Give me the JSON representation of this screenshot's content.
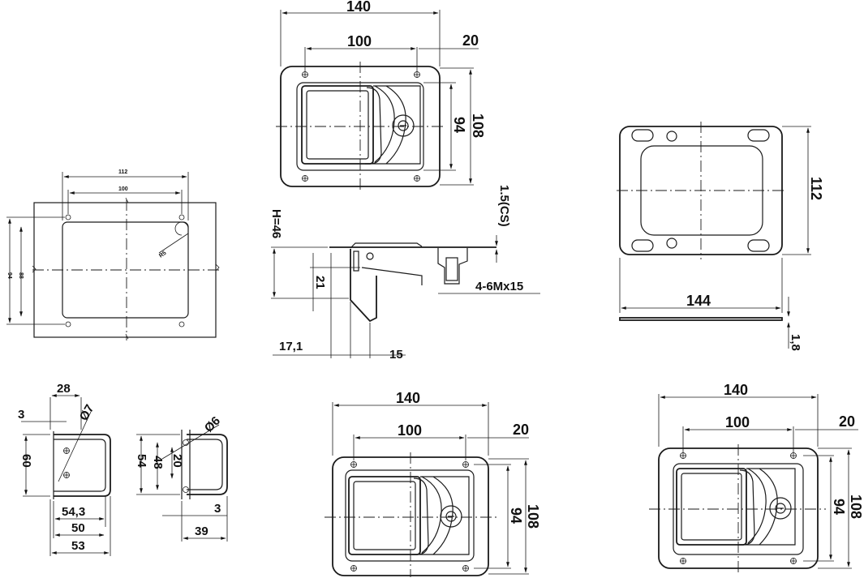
{
  "views": {
    "top_front": {
      "width": "140",
      "hole_span": "100",
      "offset": "20",
      "inner_height": "94",
      "outer_height": "108"
    },
    "cutout": {
      "width": "112",
      "hole_span": "100",
      "left_height": "94",
      "left_height_b": "88",
      "radius": "R5"
    },
    "section": {
      "height": "H=46",
      "thickness": "1.5(CS)",
      "depth": "21",
      "bolt": "4-6Mx15",
      "offset_a": "17,1",
      "offset_b": "15"
    },
    "gasket": {
      "height": "112",
      "width": "144",
      "thickness": "1,8"
    },
    "handle_a": {
      "width": "28",
      "edge": "3",
      "diameter": "Ø7",
      "height": "60",
      "span": "54,3",
      "inner": "50",
      "outer": "53"
    },
    "handle_b": {
      "diameter": "Ø6",
      "h1": "54",
      "h2": "48",
      "h3": "20",
      "edge": "3",
      "width": "39"
    },
    "bottom_mid": {
      "width": "140",
      "hole_span": "100",
      "offset": "20",
      "inner_height": "94",
      "outer_height": "108"
    },
    "bottom_right": {
      "width": "140",
      "hole_span": "100",
      "offset": "20",
      "inner_height": "94",
      "outer_height": "108"
    }
  }
}
